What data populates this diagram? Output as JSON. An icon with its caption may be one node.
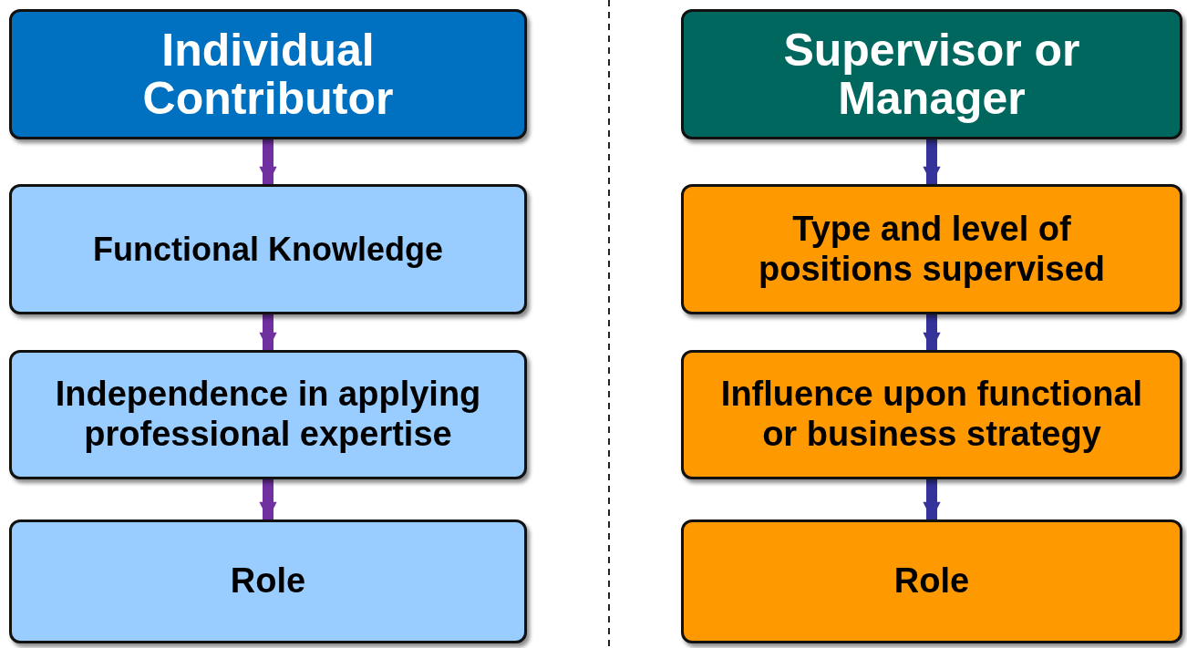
{
  "diagram": {
    "nodes": [
      {
        "text": [
          "Individual Contributor"
        ]
      },
      {
        "text": [
          "Functional Knowledge"
        ]
      },
      {
        "text": [
          "Independence in applying professional expertise"
        ]
      },
      {
        "text": [
          "Role"
        ]
      },
      {
        "text": [
          "Supervisor or Manager"
        ]
      },
      {
        "text": [
          "Type and level of positions supervised"
        ]
      },
      {
        "text": [
          "Influence upon functional or business strategy"
        ]
      },
      {
        "text": [
          "Role"
        ]
      }
    ],
    "edges": [
      {
        "from": 0,
        "to": 1,
        "arrow": "to",
        "color": "#7030a0"
      },
      {
        "from": 1,
        "to": 2,
        "arrow": "to",
        "color": "#7030a0"
      },
      {
        "from": 2,
        "to": 3,
        "arrow": "to",
        "color": "#7030a0"
      },
      {
        "from": 4,
        "to": 5,
        "arrow": "to",
        "color": "#333399"
      },
      {
        "from": 5,
        "to": 6,
        "arrow": "to",
        "color": "#333399"
      },
      {
        "from": 6,
        "to": 7,
        "arrow": "to",
        "color": "#333399"
      }
    ]
  }
}
